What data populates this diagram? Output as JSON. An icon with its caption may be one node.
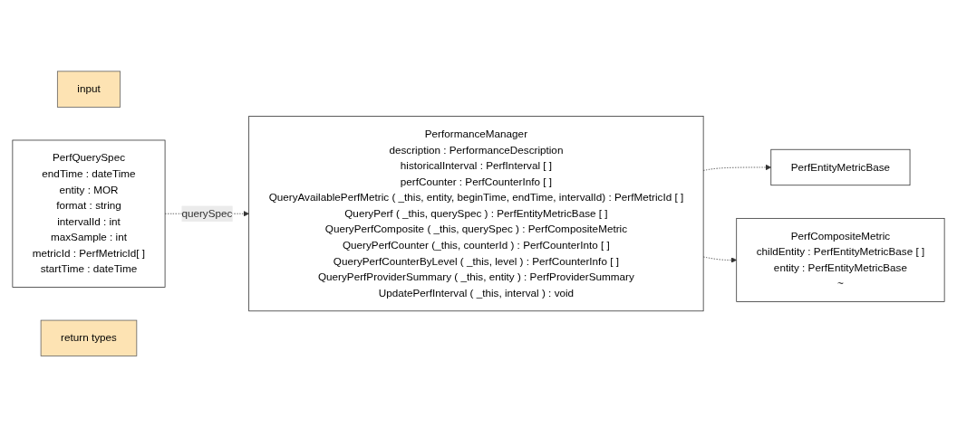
{
  "diagram": {
    "nodes": [
      {
        "text": [
          "input"
        ]
      },
      {
        "text": [
          "PerfQuerySpec",
          "endTime : dateTime",
          "entity : MOR",
          "format : string",
          "intervalId : int",
          "maxSample : int",
          "metricId : PerfMetricId[ ]",
          "startTime : dateTime"
        ]
      },
      {
        "text": [
          "PerformanceManager",
          "description : PerformanceDescription",
          "historicalInterval : PerfInterval [ ]",
          "perfCounter : PerfCounterInfo [ ]",
          "QueryAvailablePerfMetric ( _this, entity, beginTime, endTime, intervalId) : PerfMetricId [ ]",
          "QueryPerf ( _this, querySpec ) : PerfEntityMetricBase [ ]",
          "QueryPerfComposite ( _this, querySpec ) : PerfCompositeMetric",
          "QueryPerfCounter (_this, counterId ) : PerfCounterInto [ ]",
          "QueryPerfCounterByLevel ( _this, level ) : PerfCounterInfo [ ]",
          "QueryPerfProviderSummary ( _this, entity ) : PerfProviderSummary",
          "UpdatePerfInterval ( _this, interval ) : void"
        ]
      },
      {
        "text": [
          "PerfEntityMetricBase"
        ]
      },
      {
        "text": [
          "return types"
        ]
      },
      {
        "text": [
          "PerfCompositeMetric",
          "childEntity : PerfEntityMetricBase [ ]",
          "entity : PerfEntityMetricBase",
          "~"
        ]
      }
    ],
    "edges": [
      {
        "from": 1,
        "to": 2,
        "arrow": "to",
        "label": "querySpec",
        "style": "dashed"
      },
      {
        "from": 2,
        "to": 3,
        "arrow": "to",
        "style": "dashed"
      },
      {
        "from": 2,
        "to": 5,
        "arrow": "to",
        "style": "dashed"
      }
    ]
  }
}
